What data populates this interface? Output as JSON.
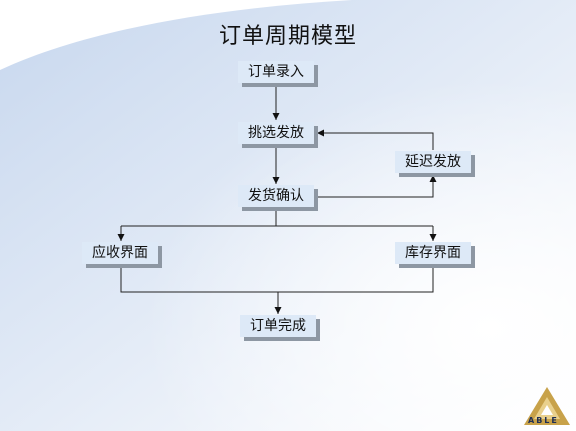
{
  "slide": {
    "title": "订单周期模型"
  },
  "nodes": {
    "order_entry": "订单录入",
    "pick_ship": "挑选发放",
    "delay_ship": "延迟发放",
    "ship_confirm": "发货确认",
    "receivable": "应收界面",
    "inventory": "库存界面",
    "order_complete": "订单完成"
  },
  "logo": {
    "text": "ABLE"
  },
  "colors": {
    "node_fill": "#dde9f7",
    "node_shadow": "#8d97a3",
    "background_arc": "#c7d7ee"
  }
}
